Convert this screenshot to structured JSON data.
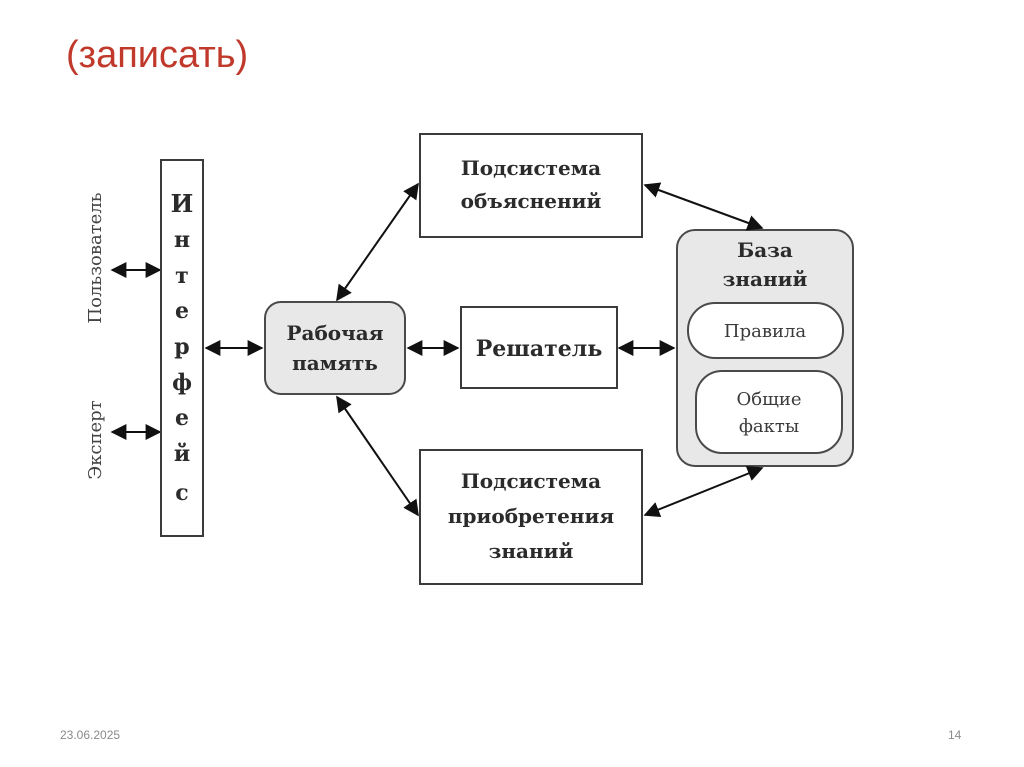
{
  "slide": {
    "title": "(записать)",
    "date": "23.06.2025",
    "page_number": "14"
  },
  "diagram": {
    "user_label": "Пользователь",
    "expert_label": "Эксперт",
    "interface_letters": [
      "И",
      "н",
      "т",
      "е",
      "р",
      "ф",
      "е",
      "й",
      "с"
    ],
    "working_memory": [
      "Рабочая",
      "память"
    ],
    "explanation_subsystem": [
      "Подсистема",
      "объяснений"
    ],
    "solver": "Решатель",
    "acquisition_subsystem": [
      "Подсистема",
      "приобретения",
      "знаний"
    ],
    "knowledge_base": [
      "База",
      "знаний"
    ],
    "rules": "Правила",
    "general_facts": [
      "Общие",
      "факты"
    ]
  }
}
